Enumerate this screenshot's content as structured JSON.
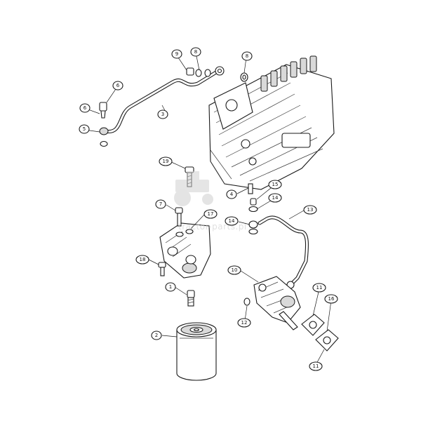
{
  "watermark": {
    "text": "tractor-parts.pl"
  },
  "callouts": [
    {
      "id": "c9",
      "label": "9"
    },
    {
      "id": "c8a",
      "label": "8"
    },
    {
      "id": "c8b",
      "label": "8"
    },
    {
      "id": "c6a",
      "label": "6"
    },
    {
      "id": "c6b",
      "label": "6"
    },
    {
      "id": "c5",
      "label": "5"
    },
    {
      "id": "c3",
      "label": "3"
    },
    {
      "id": "c19",
      "label": "19"
    },
    {
      "id": "c4",
      "label": "4"
    },
    {
      "id": "c15",
      "label": "15"
    },
    {
      "id": "c14a",
      "label": "14"
    },
    {
      "id": "c14b",
      "label": "14"
    },
    {
      "id": "c13",
      "label": "13"
    },
    {
      "id": "c7",
      "label": "7"
    },
    {
      "id": "c17",
      "label": "17"
    },
    {
      "id": "c18",
      "label": "18"
    },
    {
      "id": "c1",
      "label": "1"
    },
    {
      "id": "c10",
      "label": "10"
    },
    {
      "id": "c12",
      "label": "12"
    },
    {
      "id": "c11a",
      "label": "11"
    },
    {
      "id": "c16",
      "label": "16"
    },
    {
      "id": "c11b",
      "label": "11"
    },
    {
      "id": "c2",
      "label": "2"
    }
  ]
}
